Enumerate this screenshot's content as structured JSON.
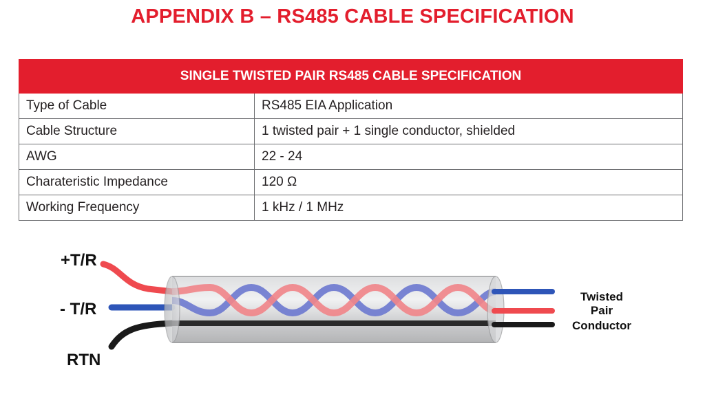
{
  "title": "APPENDIX B – RS485 CABLE SPECIFICATION",
  "table": {
    "header": "SINGLE TWISTED PAIR RS485 CABLE SPECIFICATION",
    "rows": [
      {
        "label": "Type of Cable",
        "value": "RS485 EIA Application"
      },
      {
        "label": "Cable Structure",
        "value": "1 twisted pair + 1 single conductor, shielded"
      },
      {
        "label": "AWG",
        "value": "22 - 24"
      },
      {
        "label": "Charateristic Impedance",
        "value": "120 Ω"
      },
      {
        "label": "Working Frequency",
        "value": "1 kHz / 1 MHz"
      }
    ]
  },
  "diagram": {
    "labels": {
      "positive": "+T/R",
      "negative": "- T/R",
      "return": "RTN",
      "twisted_line1": "Twisted",
      "twisted_line2": "Pair",
      "twisted_line3": "Conductor"
    },
    "colors": {
      "positive_wire": "#ef4a4f",
      "negative_wire": "#2e55b8",
      "return_wire": "#1a1a1a",
      "shield": "#c8c9cb",
      "accent": "#e31e2d"
    }
  }
}
